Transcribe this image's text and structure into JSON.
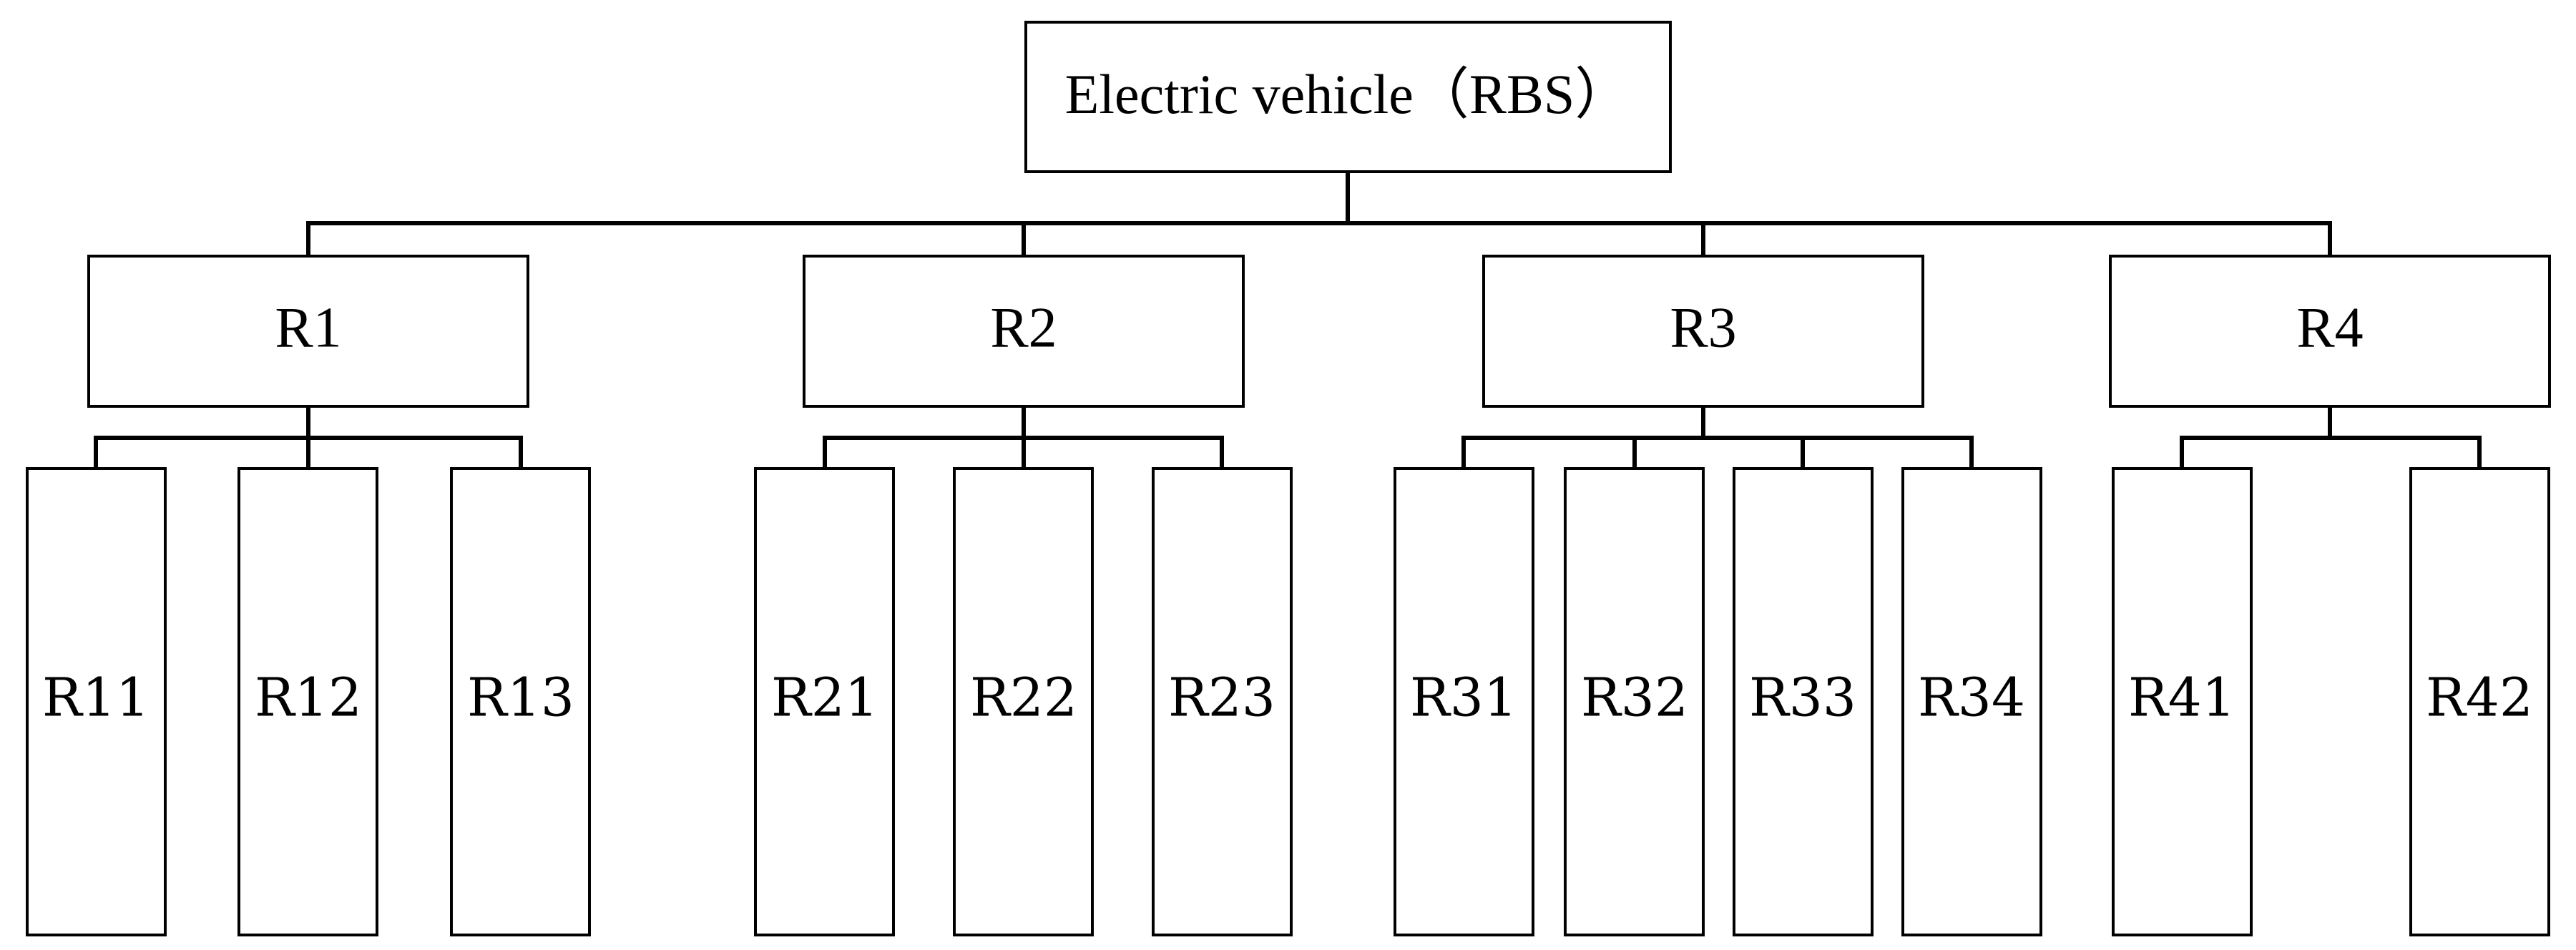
{
  "diagram": {
    "root": {
      "label": "Electric vehicle（RBS）"
    },
    "groups": [
      {
        "label": "R1",
        "children": [
          "R11",
          "R12",
          "R13"
        ]
      },
      {
        "label": "R2",
        "children": [
          "R21",
          "R22",
          "R23"
        ]
      },
      {
        "label": "R3",
        "children": [
          "R31",
          "R32",
          "R33",
          "R34"
        ]
      },
      {
        "label": "R4",
        "children": [
          "R41",
          "R42"
        ]
      }
    ],
    "colors": {
      "stroke": "#000000",
      "fill": "#ffffff",
      "text": "#000000"
    }
  }
}
